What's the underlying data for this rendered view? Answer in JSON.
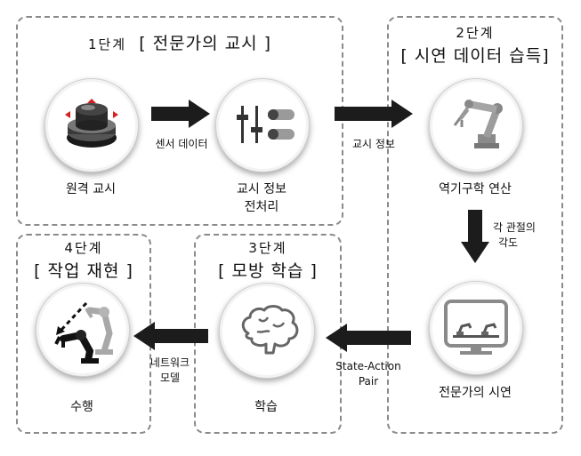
{
  "stage1": {
    "step": "1단계",
    "title": "[ 전문가의 교시 ]"
  },
  "stage2": {
    "step": "2단계",
    "title": "[ 시연 데이터 습득]"
  },
  "stage3": {
    "step": "3단계",
    "title": "[ 모방 학습 ]"
  },
  "stage4": {
    "step": "4단계",
    "title": "[ 작업 재현 ]"
  },
  "nodes": {
    "remote_teaching": "원격 교시",
    "preprocess_line1": "교시 정보",
    "preprocess_line2": "전처리",
    "inverse_kinematics": "역기구학 연산",
    "expert_demo": "전문가의 시연",
    "learning": "학습",
    "execution": "수행"
  },
  "arrows": {
    "sensor_data": "센서 데이터",
    "teaching_info": "교시 정보",
    "joint_angle_line1": "각 관절의",
    "joint_angle_line2": "각도",
    "state_action_line1": "State-Action",
    "state_action_line2": "Pair",
    "network_model_line1": "네트워크",
    "network_model_line2": "모델"
  }
}
